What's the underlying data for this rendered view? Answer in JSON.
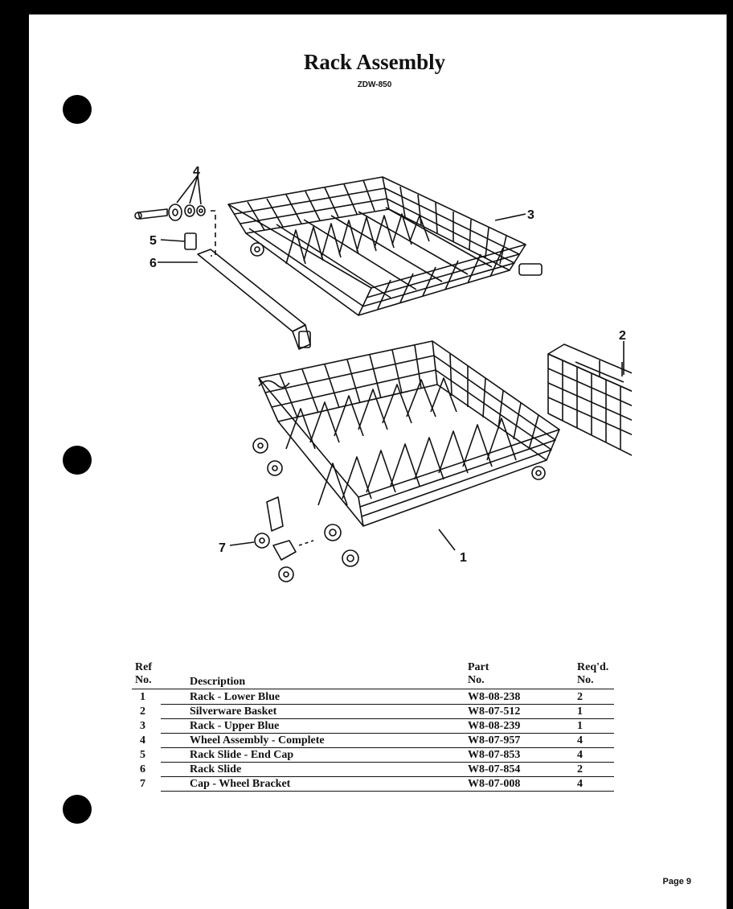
{
  "header": {
    "title": "Rack Assembly",
    "model": "ZDW-850"
  },
  "diagram": {
    "callouts": [
      "1",
      "2",
      "3",
      "4",
      "5",
      "6",
      "7"
    ]
  },
  "parts_table": {
    "headers": {
      "ref_line1": "Ref",
      "ref_line2": "No.",
      "description": "Description",
      "part_line1": "Part",
      "part_line2": "No.",
      "reqd_line1": "Req'd.",
      "reqd_line2": "No."
    },
    "rows": [
      {
        "ref": "1",
        "description": "Rack - Lower Blue",
        "part": "W8-08-238",
        "qty": "2"
      },
      {
        "ref": "2",
        "description": "Silverware Basket",
        "part": "W8-07-512",
        "qty": "1"
      },
      {
        "ref": "3",
        "description": "Rack - Upper Blue",
        "part": "W8-08-239",
        "qty": "1"
      },
      {
        "ref": "4",
        "description": "Wheel Assembly - Complete",
        "part": "W8-07-957",
        "qty": "4"
      },
      {
        "ref": "5",
        "description": "Rack Slide - End Cap",
        "part": "W8-07-853",
        "qty": "4"
      },
      {
        "ref": "6",
        "description": "Rack Slide",
        "part": "W8-07-854",
        "qty": "2"
      },
      {
        "ref": "7",
        "description": "Cap - Wheel Bracket",
        "part": "W8-07-008",
        "qty": "4"
      }
    ]
  },
  "footer": {
    "page_label": "Page 9"
  }
}
